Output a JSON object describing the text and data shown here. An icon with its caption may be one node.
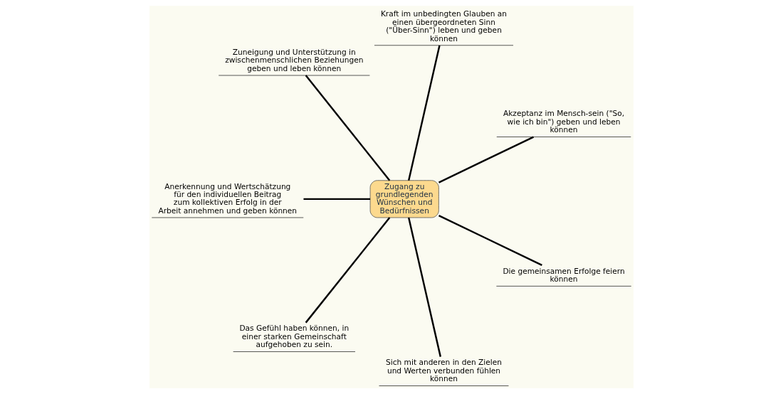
{
  "diagram": {
    "nodes": [
      {
        "text": [
          "Zugang zu grundlegenden Wünschen und Bedürfnissen"
        ]
      },
      {
        "text": [
          "Akzeptanz im Mensch-sein (\"So, wie ich bin\") geben und leben können"
        ]
      },
      {
        "text": [
          "Kraft im unbedingten Glauben an einen übergeordneten Sinn (\"Über-Sinn\") leben und geben können"
        ]
      },
      {
        "text": [
          "Zuneigung und Unterstützung in zwischenmenschlichen Beziehungen geben und leben können"
        ]
      },
      {
        "text": [
          "Anerkennung und Wertschätzung für den individuellen Beitrag zum kollektiven Erfolg in der Arbeit annehmen und geben können"
        ]
      },
      {
        "text": [
          "Das Gefühl haben können, in einer starken Gemeinschaft aufgehoben zu sein."
        ]
      },
      {
        "text": [
          "Sich mit anderen in den Zielen und Werten verbunden fühlen können"
        ]
      },
      {
        "text": [
          "Die gemeinsamen Erfolge feiern können"
        ]
      }
    ],
    "edges": [
      {
        "from": 0,
        "to": 1,
        "arrow": "none"
      },
      {
        "from": 0,
        "to": 2,
        "arrow": "none"
      },
      {
        "from": 0,
        "to": 3,
        "arrow": "none"
      },
      {
        "from": 0,
        "to": 4,
        "arrow": "none"
      },
      {
        "from": 0,
        "to": 5,
        "arrow": "none"
      },
      {
        "from": 0,
        "to": 6,
        "arrow": "none"
      },
      {
        "from": 0,
        "to": 7,
        "arrow": "none"
      }
    ]
  }
}
